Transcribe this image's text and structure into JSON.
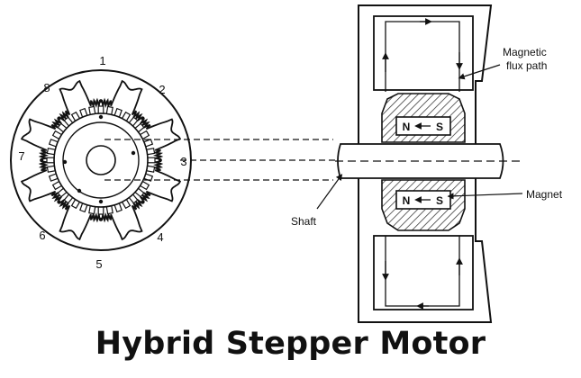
{
  "title": "Hybrid Stepper Motor",
  "labels": {
    "flux_line1": "Magnetic",
    "flux_line2": "flux path",
    "magnet": "Magnet",
    "shaft": "Shaft"
  },
  "pole_numbers": [
    "1",
    "2",
    "3",
    "4",
    "5",
    "6",
    "7",
    "8"
  ],
  "magnet_poles": {
    "north": "N",
    "south": "S"
  }
}
